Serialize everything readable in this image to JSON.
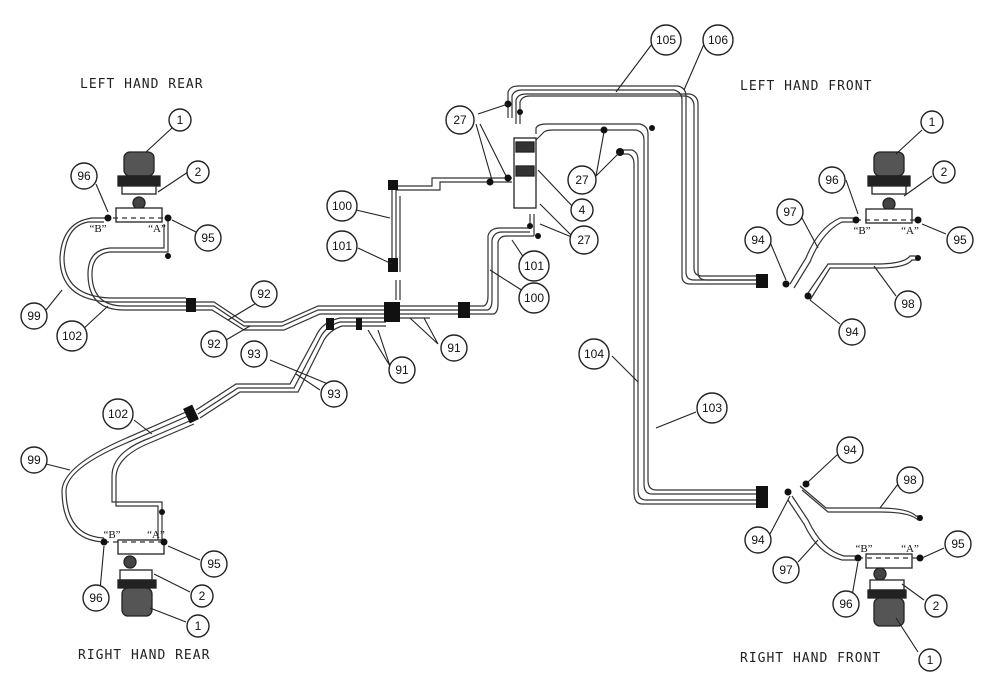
{
  "labels": {
    "left_rear": "LEFT HAND REAR",
    "left_front": "LEFT HAND FRONT",
    "right_rear": "RIGHT HAND REAR",
    "right_front": "RIGHT HAND FRONT"
  },
  "port_marks": {
    "b": "“B”",
    "a": "“A”"
  },
  "callouts": {
    "lr_1": "1",
    "lr_2": "2",
    "lr_96": "96",
    "lr_95": "95",
    "lr_99": "99",
    "lr_102": "102",
    "c_92a": "92",
    "c_92b": "92",
    "c_93a": "93",
    "c_93b": "93",
    "c_91a": "91",
    "c_91b": "91",
    "c_100a": "100",
    "c_101a": "101",
    "c_100b": "100",
    "c_101b": "101",
    "c_27a": "27",
    "c_27b": "27",
    "c_27c": "27",
    "c_4": "4",
    "c_105": "105",
    "c_106": "106",
    "c_104": "104",
    "c_103": "103",
    "lf_1": "1",
    "lf_2": "2",
    "lf_96": "96",
    "lf_95": "95",
    "lf_97": "97",
    "lf_94a": "94",
    "lf_94b": "94",
    "lf_98": "98",
    "rr_102": "102",
    "rr_99": "99",
    "rr_96": "96",
    "rr_2": "2",
    "rr_95": "95",
    "rr_1": "1",
    "rf_94a": "94",
    "rf_98": "98",
    "rf_94b": "94",
    "rf_95": "95",
    "rf_97": "97",
    "rf_96": "96",
    "rf_2": "2",
    "rf_1": "1"
  }
}
